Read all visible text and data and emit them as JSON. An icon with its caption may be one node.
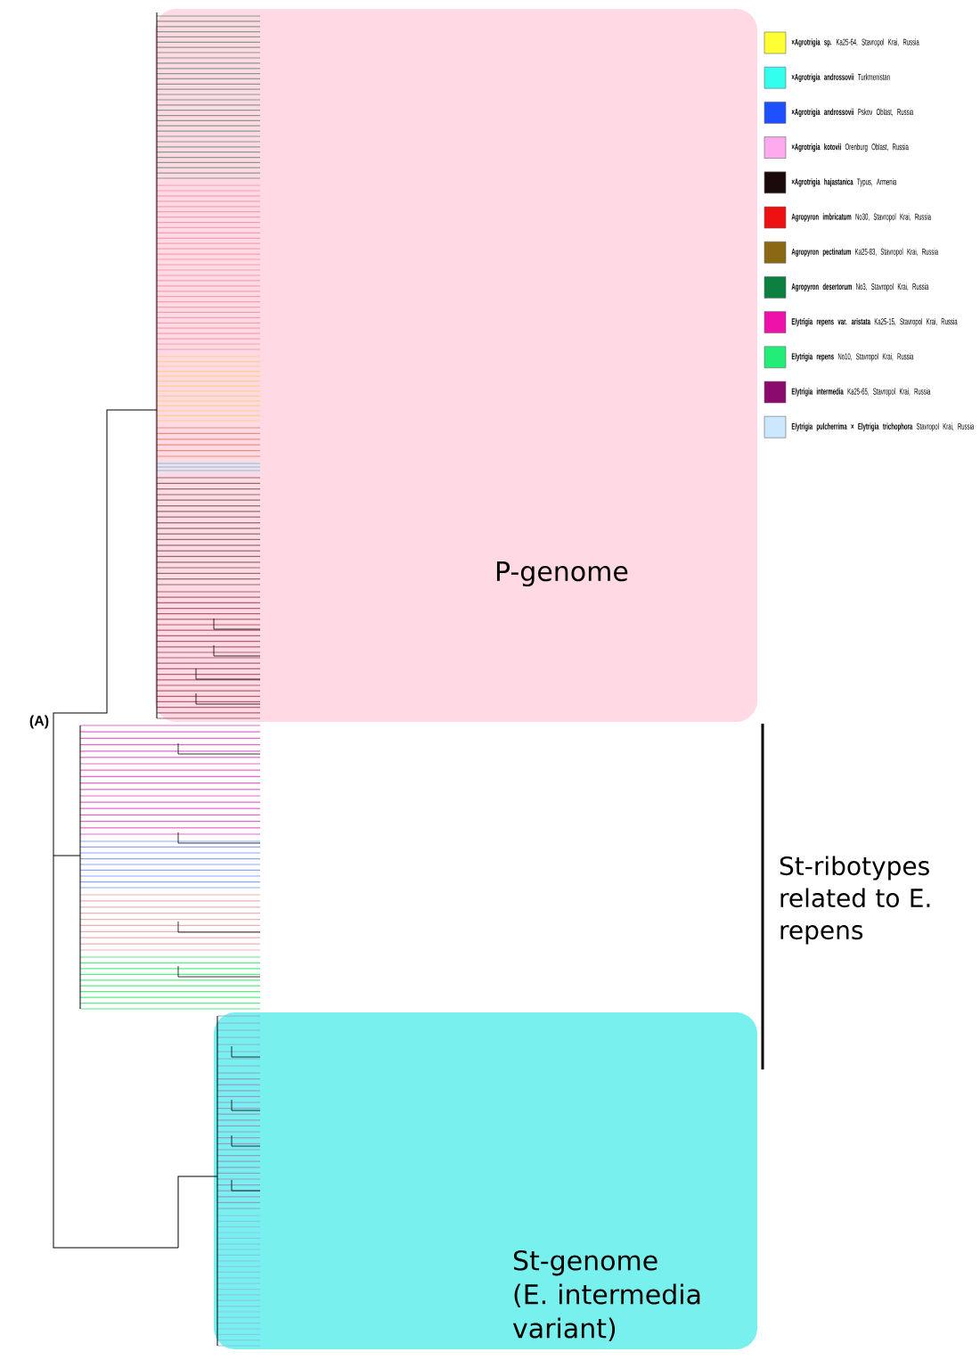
{
  "diagram": {
    "nodes": [
      {
        "text": [
          "P-genome"
        ]
      },
      {
        "text": [
          "St-genome (E. intermedia variant)"
        ]
      }
    ],
    "labels": [
      "(A)",
      "St-ribotypes related to E. repens"
    ],
    "legend": [
      {
        "text": "**×Agrotrigia sp.** Ka25-64, Stavropol Krai, Russia",
        "color": "#ffff33"
      },
      {
        "text": "**×Agrotrigia androssovii** Turkmenistan",
        "color": "#33ffee"
      },
      {
        "text": "**×Agrotrigia androssovii** Pskov Oblast, Russia",
        "color": "#1e50ff"
      },
      {
        "text": "**×Agrotrigia kotovii** Orenburg Oblast, Russia",
        "color": "#ffaaee"
      },
      {
        "text": "**×Agrotrigia hajastanica** Typus, Armenia",
        "color": "#1a0a0a"
      },
      {
        "text": "**Agropyron imbricatum** No30, Stavropol Krai, Russia",
        "color": "#ee1111"
      },
      {
        "text": "**Agropyron pectinatum** Ka25-83, Stavropol Krai, Russia",
        "color": "#8b6914"
      },
      {
        "text": "**Agropyron desertorum** No3, Stavropol Krai, Russia",
        "color": "#0b8040"
      },
      {
        "text": "**Elytrigia repens var. aristata** Ka25-15, Stavropol Krai, Russia",
        "color": "#ee11aa"
      },
      {
        "text": "**Elytrigia repens** No10, Stavropol Krai, Russia",
        "color": "#22ee77"
      },
      {
        "text": "**Elytrigia intermedia** Ka25-65, Stavropol Krai, Russia",
        "color": "#8b0a6e"
      },
      {
        "text": "**Elytrigia pulcherrima × Elytrigia trichophora** Stavropol Krai, Russia",
        "color": "#cce8ff"
      }
    ]
  }
}
